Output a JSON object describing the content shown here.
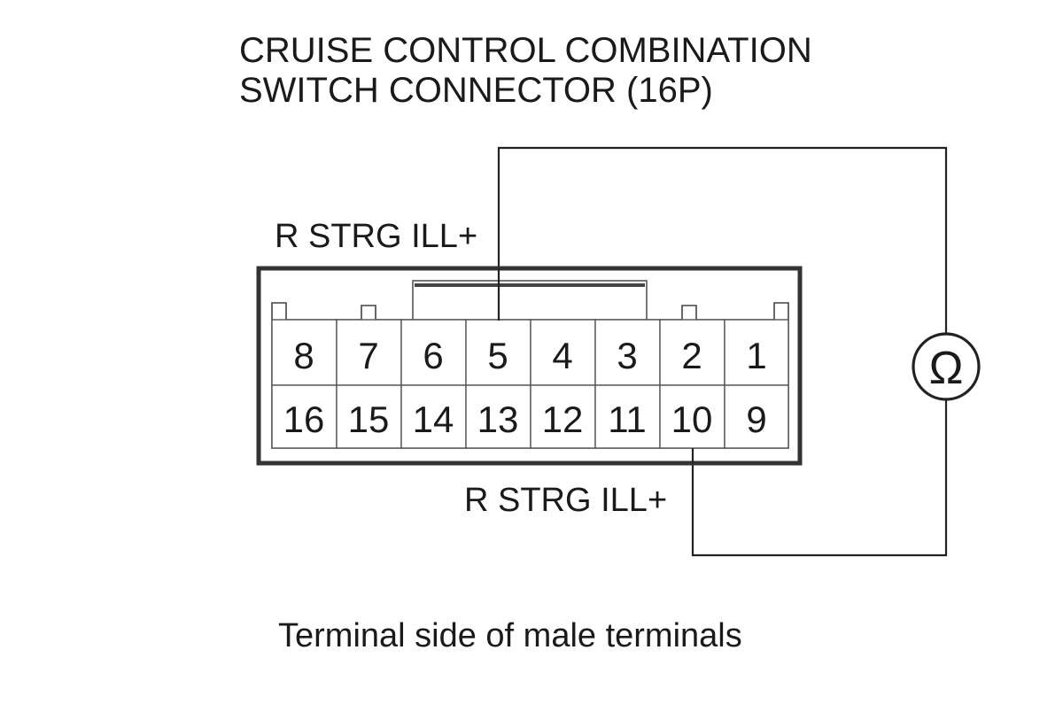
{
  "title": {
    "line1": "CRUISE CONTROL COMBINATION",
    "line2": "SWITCH CONNECTOR (16P)"
  },
  "labels": {
    "top_terminal": "R STRG ILL+",
    "bottom_terminal": "R STRG ILL+"
  },
  "meter_symbol": "Ω",
  "caption": "Terminal side of male terminals",
  "connector": {
    "top_row": [
      "8",
      "7",
      "6",
      "5",
      "4",
      "3",
      "2",
      "1"
    ],
    "bottom_row": [
      "16",
      "15",
      "14",
      "13",
      "12",
      "11",
      "10",
      "9"
    ],
    "probed_terminals": [
      "5",
      "10"
    ]
  },
  "colors": {
    "line": "#222222",
    "background": "#ffffff"
  }
}
